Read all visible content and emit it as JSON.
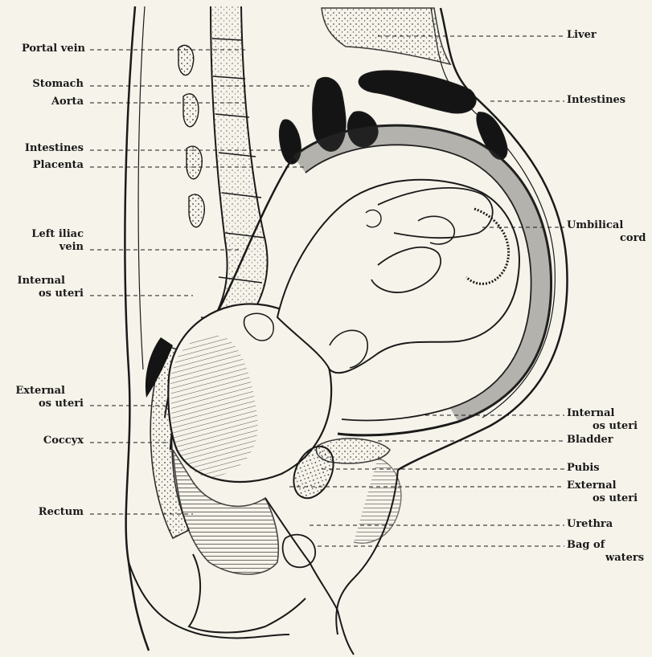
{
  "labels": {
    "portal_vein": "Portal vein",
    "stomach": "Stomach",
    "aorta": "Aorta",
    "intestines_left": "Intestines",
    "placenta": "Placenta",
    "left_iliac_vein_1": "Left iliac",
    "left_iliac_vein_2": "vein",
    "internal_os_left_1": "Internal",
    "internal_os_left_2": "os uteri",
    "external_os_left_1": "External",
    "external_os_left_2": "os uteri",
    "coccyx": "Coccyx",
    "rectum": "Rectum",
    "liver": "Liver",
    "intestines_right": "Intestines",
    "umbilical_1": "Umbilical",
    "umbilical_2": "cord",
    "internal_os_right_1": "Internal",
    "internal_os_right_2": "os uteri",
    "bladder": "Bladder",
    "pubis": "Pubis",
    "external_os_right_1": "External",
    "external_os_right_2": "os uteri",
    "urethra": "Urethra",
    "bag_1": "Bag of",
    "bag_2": "waters"
  },
  "colors": {
    "ink": "#1a1a1a",
    "paper": "#f6f3ea",
    "bone_fill": "#d9d4c6",
    "dark_cavity": "#141414"
  }
}
